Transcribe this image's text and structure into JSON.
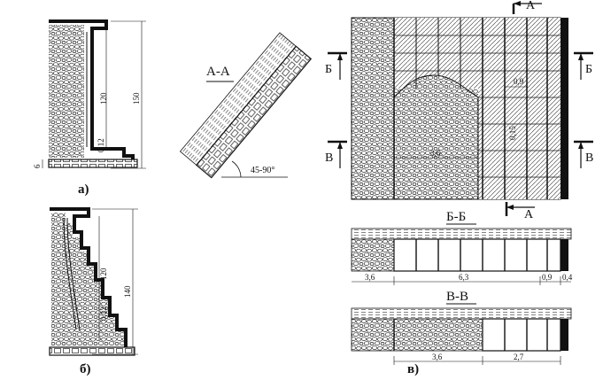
{
  "figure_labels": {
    "a": "а)",
    "b": "б)",
    "v": "в)"
  },
  "section_titles": {
    "aa": "А-А",
    "bb": "Б-Б",
    "vv": "В-В"
  },
  "section_marks": {
    "a": "А",
    "b": "Б",
    "v": "В"
  },
  "dims_a": {
    "h_inner": "120",
    "h_total": "150",
    "step": "0,12",
    "base": "6"
  },
  "dims_b": {
    "h_inner": "120",
    "h_total": "140",
    "step": "0,12"
  },
  "angle_label": "45-90°",
  "dims_plan": {
    "d1": "0,9",
    "d2": "3,6",
    "d3": "0,15"
  },
  "dims_bb": {
    "w1": "3,6",
    "w2": "6,3",
    "w3": "0,9",
    "w4": "0,4"
  },
  "dims_vv": {
    "w1": "3,6",
    "w2": "2,7"
  },
  "colors": {
    "ink": "#111111",
    "paper": "#ffffff"
  }
}
